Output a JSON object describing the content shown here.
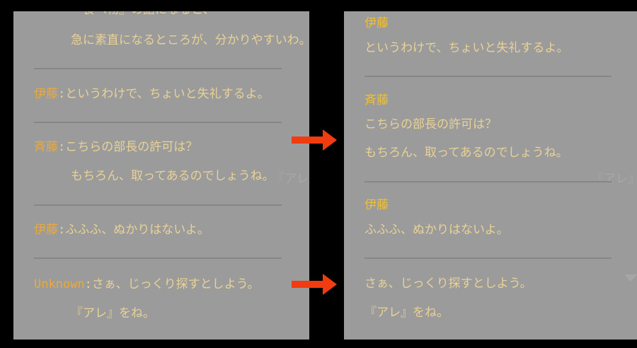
{
  "before": {
    "entries": [
      {
        "lines": [
          "『食べ物』の話になると、",
          "急に素直になるところが、分かりやすいわ。"
        ]
      },
      {
        "speaker": "伊藤",
        "sep": ":",
        "lines": [
          "というわけで、ちょいと失礼するよ。"
        ]
      },
      {
        "speaker": "斉藤",
        "sep": ":",
        "lines": [
          "こちらの部長の許可は？",
          "もちろん、取ってあるのでしょうね。"
        ]
      },
      {
        "speaker": "伊藤",
        "sep": ":",
        "lines": [
          "ふふふ、ぬかりはないよ。"
        ]
      },
      {
        "speaker": "Unknown",
        "sep": ":",
        "lines": [
          "さぁ、じっくり探すとしよう。",
          "『アレ』をね。"
        ]
      }
    ],
    "ghost_text": "『アレ』"
  },
  "after": {
    "entries": [
      {
        "speaker": "伊藤",
        "lines": [
          "というわけで、ちょいと失礼するよ。"
        ]
      },
      {
        "speaker": "斉藤",
        "lines": [
          "こちらの部長の許可は？",
          "もちろん、取ってあるのでしょうね。"
        ]
      },
      {
        "speaker": "伊藤",
        "lines": [
          "ふふふ、ぬかりはないよ。"
        ]
      },
      {
        "lines": [
          "さぁ、じっくり探すとしよう。",
          "『アレ』をね。"
        ]
      }
    ],
    "ghost_text": "『アレ』"
  },
  "colors": {
    "arrow": "#f03c10",
    "speaker": "#eba93a",
    "text": "#e9d296",
    "panel": "#9b9b9b"
  }
}
